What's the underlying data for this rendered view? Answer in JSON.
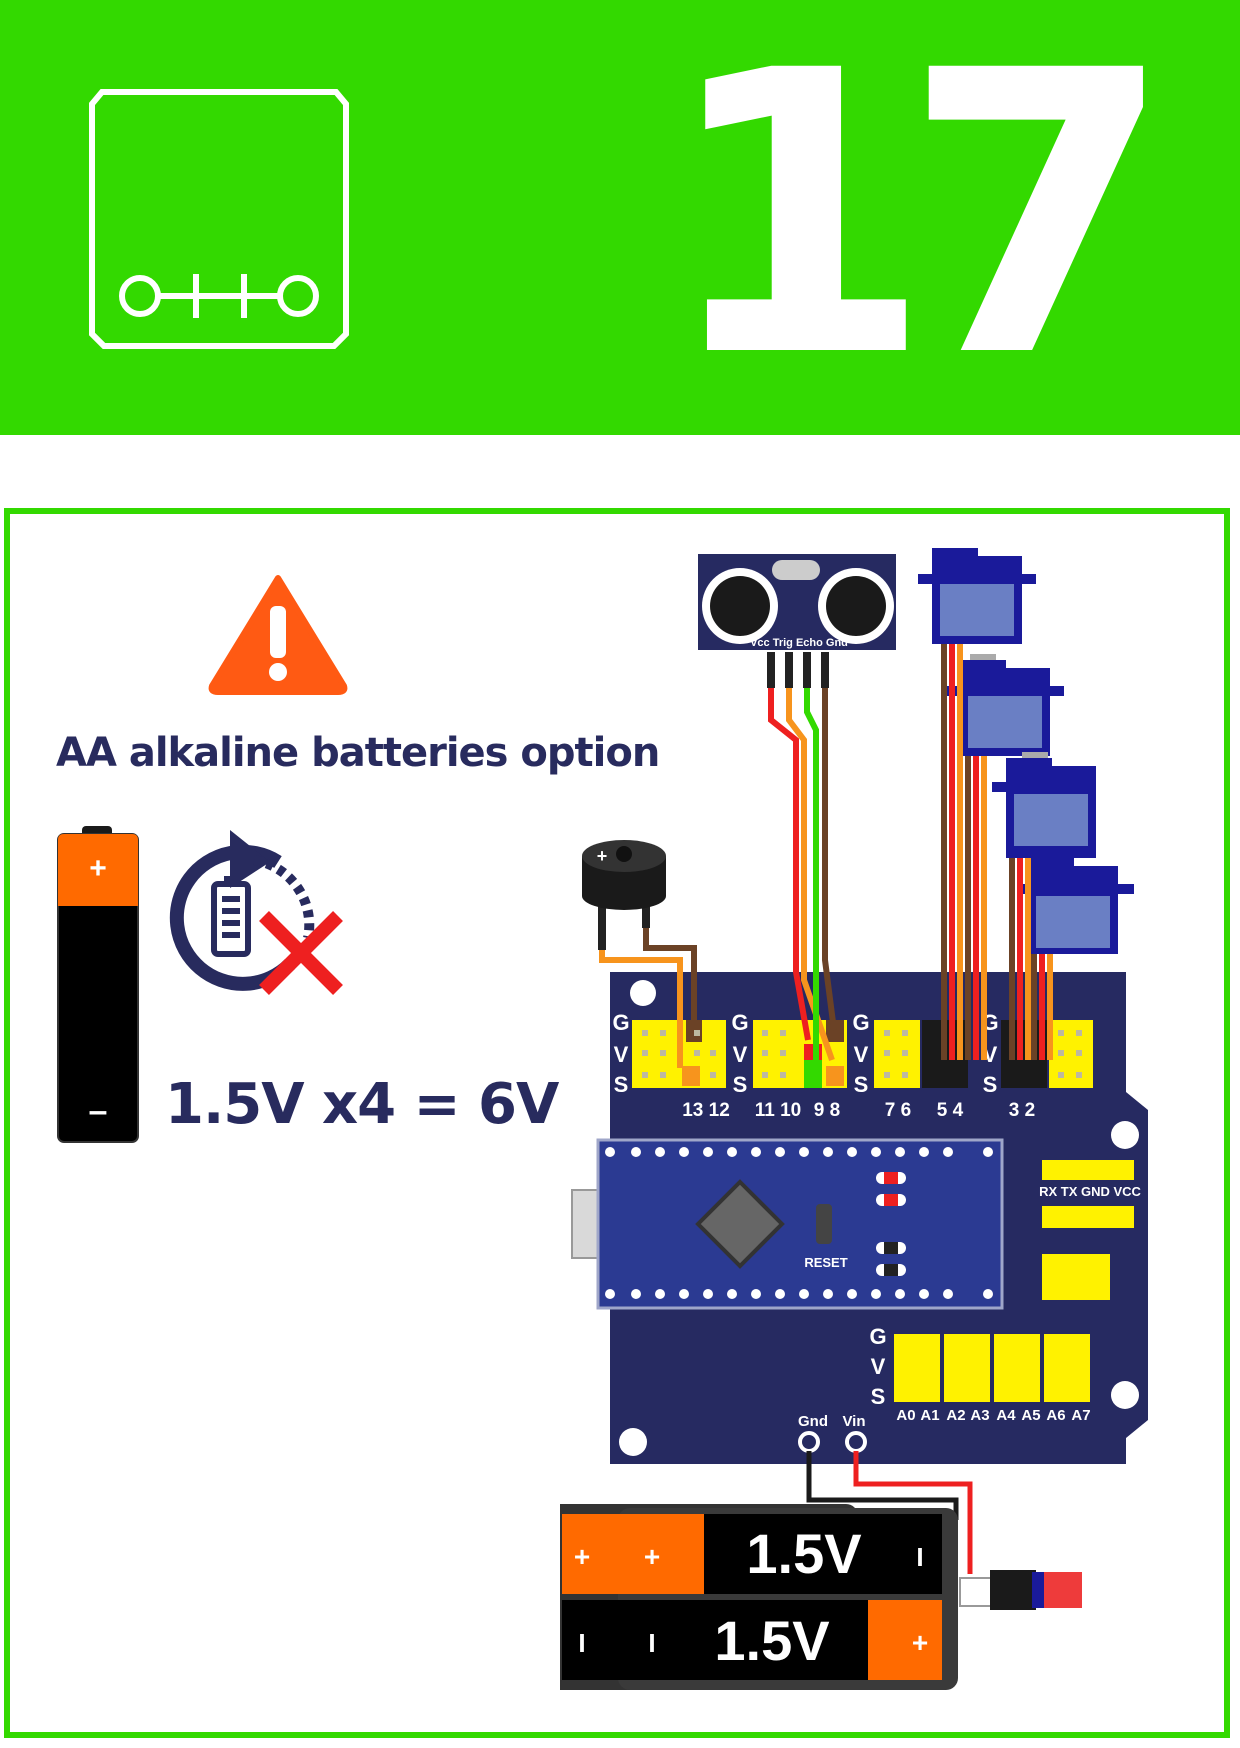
{
  "header": {
    "logo_text": "o++o",
    "step_number": "17"
  },
  "warning": {
    "title": "AA alkaline batteries option",
    "equation": "1.5V x4 = 6V",
    "battery_plus": "+",
    "battery_minus": "–"
  },
  "board": {
    "gvs": [
      "G",
      "V",
      "S"
    ],
    "pin_labels": [
      "13 12",
      "11 10",
      "9 8",
      "7 6",
      "5 4",
      "3 2"
    ],
    "analog_labels": [
      "A0",
      "A1",
      "A2",
      "A3",
      "A4",
      "A5",
      "A6",
      "A7"
    ],
    "serial_label": "RX TX GND VCC",
    "reset_label": "RESET",
    "power_labels": [
      "Gnd",
      "Vin"
    ]
  },
  "sensor": {
    "pins_label": "Vcc Trig Echo Gnd"
  },
  "battery_pack": {
    "cell_label": "1.5V",
    "plus": "+",
    "minus": "I"
  },
  "colors": {
    "green": "#33d900",
    "navy": "#282b5e",
    "board": "#262a61",
    "orange": "#ff6a00",
    "yellow": "#fff200",
    "red": "#ee2020",
    "warning": "#ff5a13"
  }
}
